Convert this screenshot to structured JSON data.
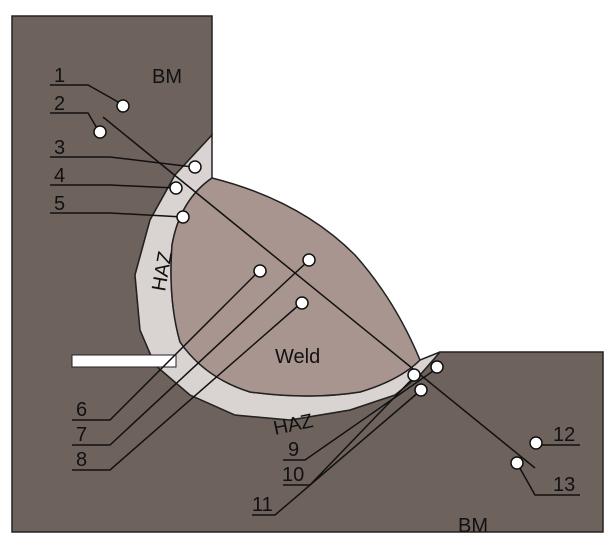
{
  "regions": {
    "bm_top": "BM",
    "bm_bottom": "BM",
    "haz_left": "HAZ",
    "haz_bottom": "HAZ",
    "weld": "Weld"
  },
  "points": [
    {
      "label": "1"
    },
    {
      "label": "2"
    },
    {
      "label": "3"
    },
    {
      "label": "4"
    },
    {
      "label": "5"
    },
    {
      "label": "6"
    },
    {
      "label": "7"
    },
    {
      "label": "8"
    },
    {
      "label": "9"
    },
    {
      "label": "10"
    },
    {
      "label": "11"
    },
    {
      "label": "12"
    },
    {
      "label": "13"
    }
  ],
  "colors": {
    "base_metal": "#6e625d",
    "haz": "#d9d4d1",
    "weld": "#a8958f",
    "outline": "#222222",
    "background": "#ffffff"
  }
}
